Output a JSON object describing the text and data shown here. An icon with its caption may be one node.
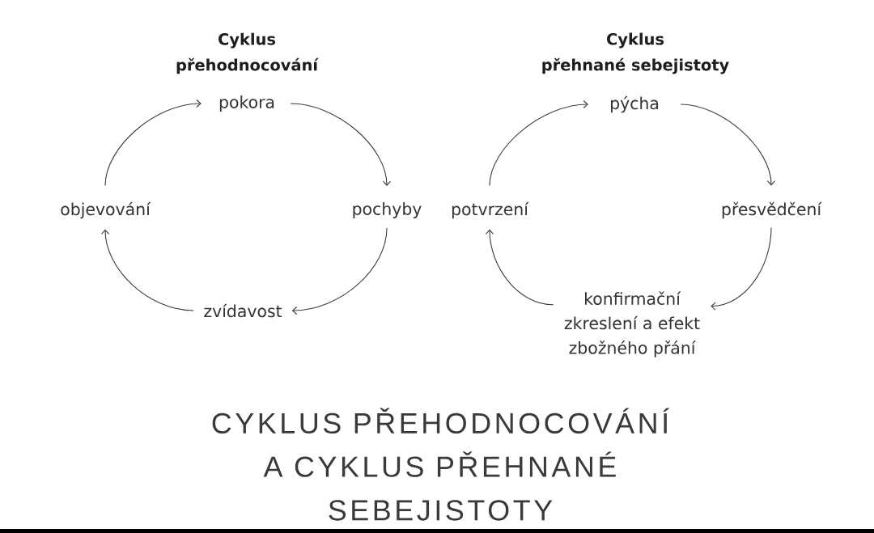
{
  "diagram": {
    "caption": "CYKLUS PŘEHODNOCOVÁNÍ A CYKLUS PŘEHNANÉ SEBEJISTOTY",
    "nodes": [
      {
        "text": [
          "pokora"
        ]
      },
      {
        "text": [
          "objevování"
        ]
      },
      {
        "text": [
          "pochyby"
        ]
      },
      {
        "text": [
          "zvídavost"
        ]
      },
      {
        "text": [
          "pýcha"
        ]
      },
      {
        "text": [
          "potvrzení"
        ]
      },
      {
        "text": [
          "přesvědčení"
        ]
      },
      {
        "text": [
          "konfirmační zkreslení a efekt zbožného přání"
        ]
      }
    ],
    "edges": [
      {
        "from": 0,
        "to": 2,
        "arrow": "to"
      },
      {
        "from": 2,
        "to": 3,
        "arrow": "to"
      },
      {
        "from": 3,
        "to": 1,
        "arrow": "to"
      },
      {
        "from": 1,
        "to": 0,
        "arrow": "to"
      },
      {
        "from": 4,
        "to": 6,
        "arrow": "to"
      },
      {
        "from": 6,
        "to": 7,
        "arrow": "to"
      },
      {
        "from": 7,
        "to": 5,
        "arrow": "to"
      },
      {
        "from": 5,
        "to": 4,
        "arrow": "to"
      }
    ],
    "labels": [
      "Cyklus přehodnocování",
      "Cyklus přehnané sebejistoty"
    ]
  }
}
